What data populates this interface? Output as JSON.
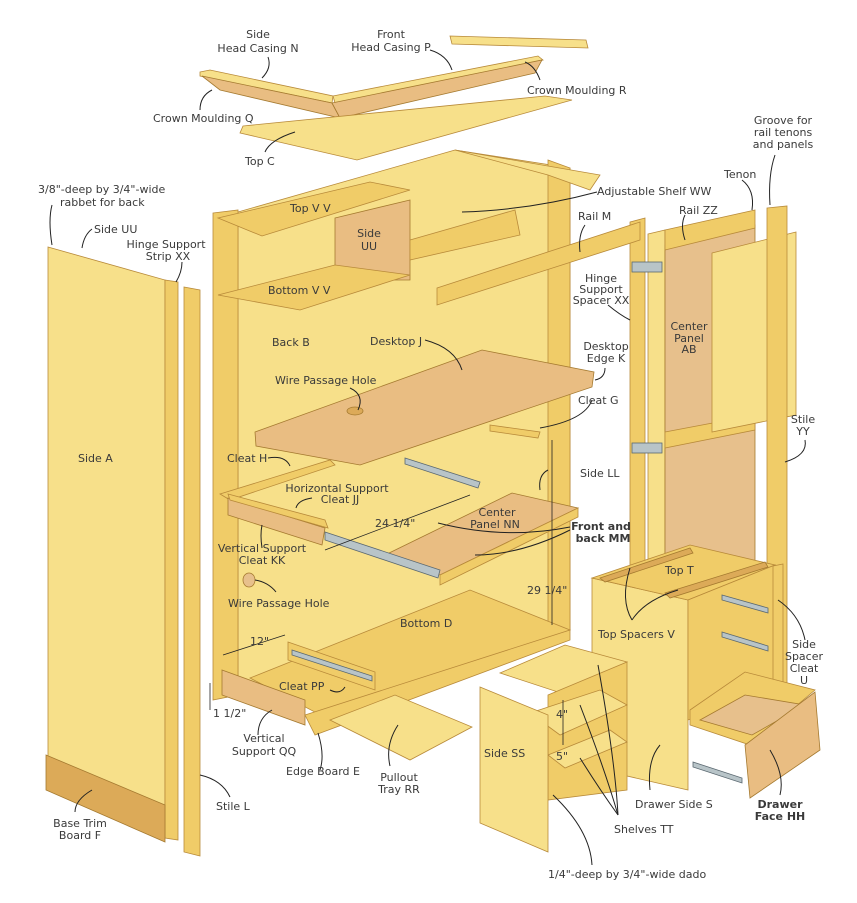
{
  "labels": {
    "side_head_casing": [
      "Side",
      "Head Casing N"
    ],
    "front_head_casing": [
      "Front",
      "Head Casing P"
    ],
    "crown_moulding_r": "Crown Moulding R",
    "crown_moulding_q": "Crown Moulding Q",
    "top_c": "Top C",
    "rabbet": [
      "3/8\"-deep by 3/4\"-wide",
      "rabbet for back"
    ],
    "side_uu_left": "Side UU",
    "hinge_support_strip": [
      "Hinge Support",
      "Strip XX"
    ],
    "top_vv": "Top V V",
    "side_uu_center": [
      "Side",
      "UU"
    ],
    "adjustable_shelf": "Adjustable Shelf WW",
    "rail_m": "Rail M",
    "rail_zz": "Rail ZZ",
    "tenon": "Tenon",
    "groove": [
      "Groove for",
      "rail tenons",
      "and panels"
    ],
    "bottom_vv": "Bottom V V",
    "back_b": "Back B",
    "desktop_j": "Desktop J",
    "hinge_support_spacer": [
      "Hinge",
      "Support",
      "Spacer XX"
    ],
    "desktop_edge": [
      "Desktop",
      "Edge K"
    ],
    "center_panel_ab": [
      "Center",
      "Panel",
      "AB"
    ],
    "wire_passage_hole_top": "Wire Passage Hole",
    "cleat_g": "Cleat G",
    "side_a": "Side A",
    "stile_yy": [
      "Stile",
      "YY"
    ],
    "cleat_h": "Cleat H",
    "side_ll": "Side LL",
    "horizontal_support": [
      "Horizontal Support",
      "Cleat JJ"
    ],
    "center_panel_nn": [
      "Center",
      "Panel NN"
    ],
    "front_back_mm": [
      "Front and",
      "back MM"
    ],
    "dim_24": "24 1/4\"",
    "vertical_support_kk": [
      "Vertical Support",
      "Cleat KK"
    ],
    "wire_passage_hole_bottom": "Wire Passage Hole",
    "dim_29": "29 1/4\"",
    "top_t": "Top T",
    "bottom_d": "Bottom D",
    "top_spacers": "Top Spacers V",
    "side_spacer_cleat": [
      "Side",
      "Spacer",
      "Cleat",
      "U"
    ],
    "dim_12": "12\"",
    "cleat_pp": "Cleat PP",
    "dim_1_5": "1 1/2\"",
    "vertical_support_qq": [
      "Vertical",
      "Support QQ"
    ],
    "edge_board_e": "Edge Board E",
    "pullout_tray": [
      "Pullout",
      "Tray RR"
    ],
    "dim_4": "4\"",
    "dim_5": "5\"",
    "side_ss": "Side SS",
    "drawer_side_s": "Drawer Side S",
    "drawer_face": [
      "Drawer",
      "Face HH"
    ],
    "stile_l": "Stile L",
    "base_trim": [
      "Base Trim",
      "Board F"
    ],
    "shelves_tt": "Shelves TT",
    "dado": "1/4\"-deep by 3/4\"-wide dado"
  }
}
